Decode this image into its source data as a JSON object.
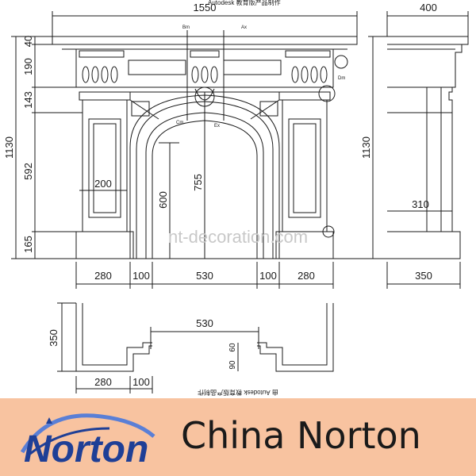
{
  "colors": {
    "line": "#1a1a1a",
    "banner": "#f8c3a0",
    "logo_blue": "#1f3f96",
    "logo_light": "#5a7fd6",
    "watermark": "#c8c8c8"
  },
  "front": {
    "width": "1550",
    "height": "1130",
    "top_thick": "40",
    "frieze": "190",
    "upper": "143",
    "panel": "592",
    "plinth": "165",
    "panel_w": "200",
    "opening_h": "600",
    "arch_h": "755",
    "bottom": {
      "jamb": "280",
      "gap": "100",
      "opening": "530"
    },
    "title_note": "Autodesk 教育版产品制作"
  },
  "side": {
    "width": "400",
    "height": "1130",
    "inner": "310",
    "depth": "350"
  },
  "plan": {
    "depth": "350",
    "opening": "530",
    "jamb": "280",
    "gap": "100",
    "step_a": "90",
    "step_b": "60",
    "note": "由 Autodesk 教育版产品制作"
  },
  "labels": {
    "a": "Ax",
    "b": "Bm",
    "c": "Cm",
    "d": "Dm",
    "e": "Ex"
  },
  "watermark": "nt-decoration.com",
  "brand": {
    "logo_text": "Norton",
    "title": "China Norton"
  }
}
